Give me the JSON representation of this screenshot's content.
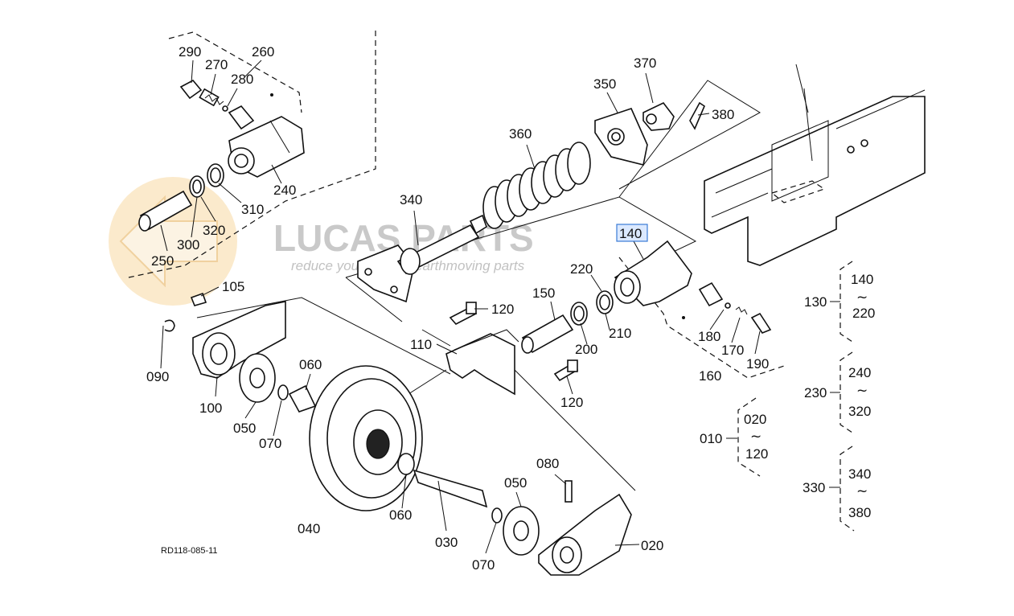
{
  "watermark": {
    "brand": "LUCAS PARTS",
    "tagline": "reduce your cost on earthmoving parts",
    "logo_color": "#f5c97a"
  },
  "drawing_code": "RD118-085-11",
  "highlighted_part": "140",
  "part_labels": {
    "p290": "290",
    "p270": "270",
    "p260": "260",
    "p280": "280",
    "p240": "240",
    "p310": "310",
    "p320": "320",
    "p300": "300",
    "p250": "250",
    "p105": "105",
    "p090": "090",
    "p100": "100",
    "p050a": "050",
    "p070a": "070",
    "p060a": "060",
    "p040": "040",
    "p060b": "060",
    "p030": "030",
    "p070b": "070",
    "p050b": "050",
    "p080": "080",
    "p020": "020",
    "p340": "340",
    "p360": "360",
    "p350": "350",
    "p370": "370",
    "p380": "380",
    "p140": "140",
    "p220": "220",
    "p150": "150",
    "p120a": "120",
    "p110": "110",
    "p200": "200",
    "p210": "210",
    "p120b": "120",
    "p180": "180",
    "p170": "170",
    "p160": "160",
    "p190": "190"
  },
  "group_ranges": [
    {
      "id": "130",
      "from": "140",
      "to": "220"
    },
    {
      "id": "230",
      "from": "240",
      "to": "320"
    },
    {
      "id": "010",
      "from": "020",
      "to": "120"
    },
    {
      "id": "330",
      "from": "340",
      "to": "380"
    }
  ],
  "range_symbol": "~"
}
